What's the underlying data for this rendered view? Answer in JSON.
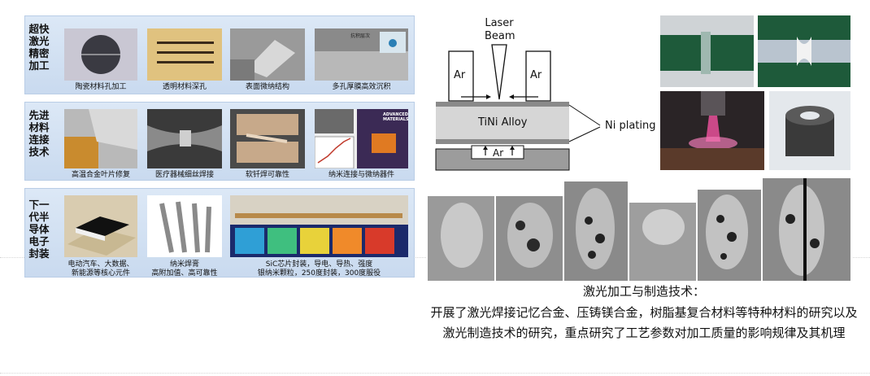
{
  "panels": [
    {
      "title": "超快激光精密加工",
      "items": [
        "陶瓷材料孔加工",
        "透明材料深孔",
        "表面微纳结构",
        "多孔厚膜高效沉积"
      ],
      "image_labels": [
        "",
        "",
        "",
        "抗积层次"
      ]
    },
    {
      "title": "先进材料连接技术",
      "items": [
        "高温合金叶片修复",
        "医疗器械细丝焊接",
        "软钎焊可靠性",
        "纳米连接与微纳器件"
      ],
      "image_labels": [
        "",
        "",
        "",
        "ADVANCED MATERIALS"
      ]
    },
    {
      "title": "下一代半导体电子封装",
      "items": [
        "电动汽车、大数据、\n新能源等核心元件",
        "纳米焊膏\n高附加值、高可靠性",
        "SiC芯片封装，导电、导热、强度\n银纳米颗粒，250度封装，300度服役"
      ]
    }
  ],
  "diagram": {
    "laser_label": "Laser\nBeam",
    "ar_left": "Ar",
    "ar_right": "Ar",
    "alloy_label": "TiNi Alloy",
    "plating_label": "Ni plating",
    "ar_bottom": "Ar"
  },
  "colors": {
    "panel_bg": "#dce8f6",
    "laser_glow": "#e8509a",
    "green_sheet": "#1e5a3a"
  },
  "caption": {
    "title": "激光加工与制造技术：",
    "body": "开展了激光焊接记忆合金、压铸镁合金，树脂基复合材料等特种材料的研究以及激光制造技术的研究，重点研究了工艺参数对加工质量的影响规律及其机理"
  }
}
